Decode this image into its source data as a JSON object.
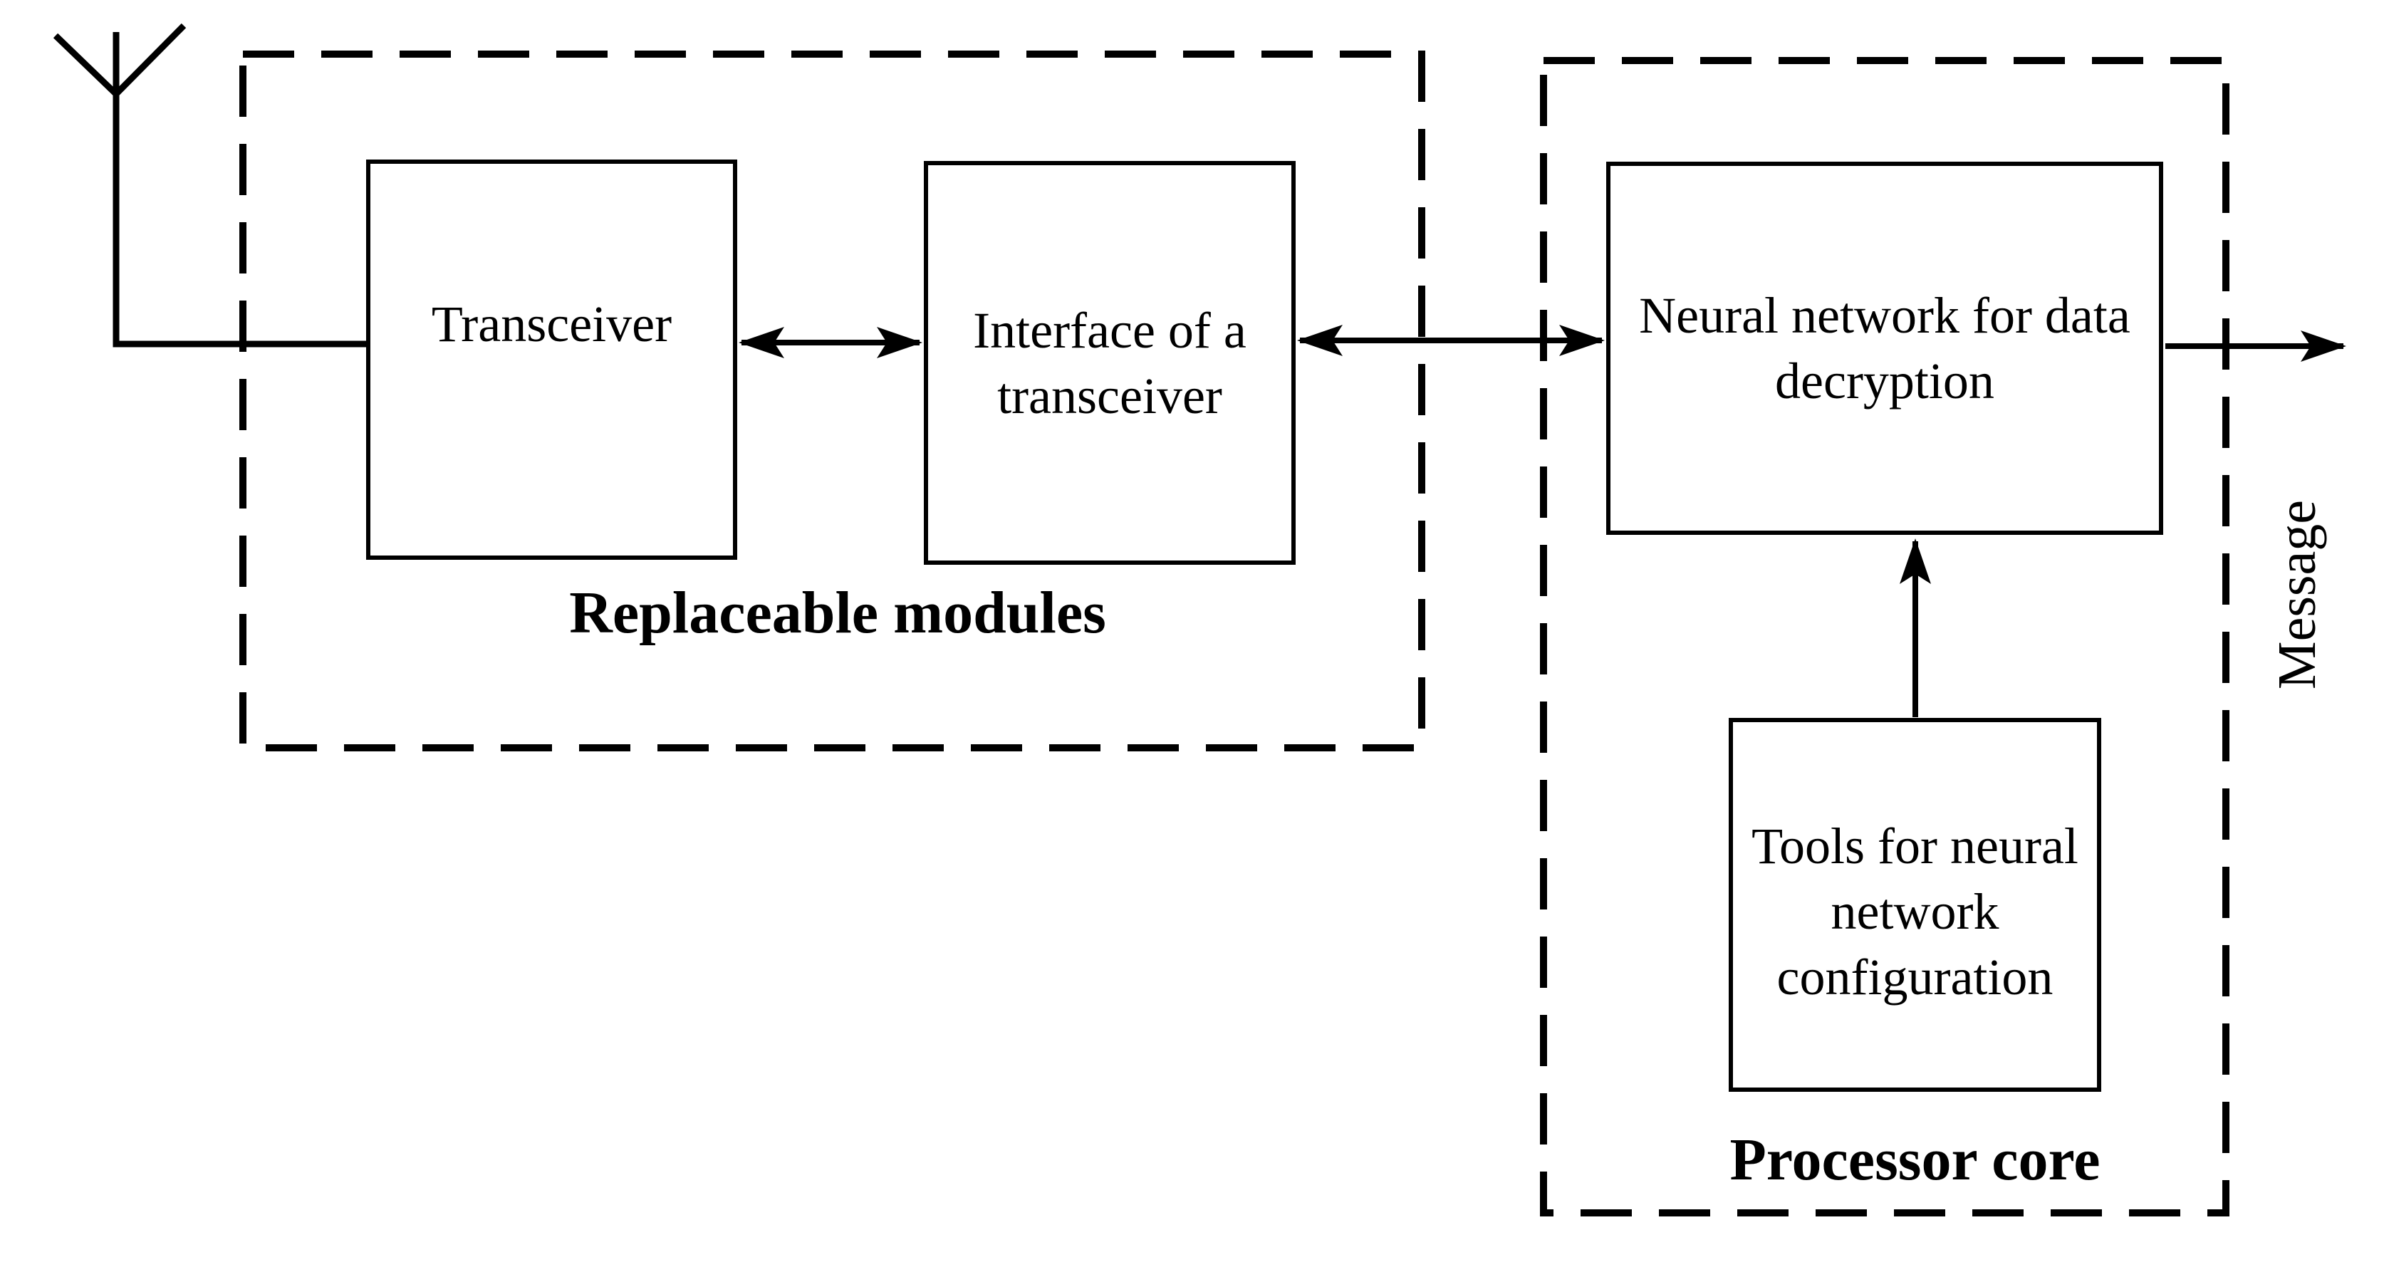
{
  "diagram": {
    "colors": {
      "ink": "#000000",
      "background": "#ffffff"
    },
    "antenna": {
      "icon": "antenna-icon"
    },
    "groups": [
      {
        "id": "replaceable-modules",
        "label": "Replaceable modules",
        "blocks": [
          {
            "id": "transceiver",
            "label": "Transceiver"
          },
          {
            "id": "transceiver-interface",
            "label": "Interface of a\ntransceiver"
          }
        ]
      },
      {
        "id": "processor-core",
        "label": "Processor core",
        "blocks": [
          {
            "id": "neural-network-decryption",
            "label": "Neural network for data\ndecryption"
          },
          {
            "id": "nn-configuration-tools",
            "label": "Tools for neural\nnetwork\nconfiguration"
          }
        ]
      }
    ],
    "output_label": "Message",
    "connections": [
      {
        "from": "antenna",
        "to": "transceiver",
        "type": "line"
      },
      {
        "from": "transceiver",
        "to": "transceiver-interface",
        "type": "bidirectional-arrow"
      },
      {
        "from": "transceiver-interface",
        "to": "neural-network-decryption",
        "type": "bidirectional-arrow"
      },
      {
        "from": "nn-configuration-tools",
        "to": "neural-network-decryption",
        "type": "arrow"
      },
      {
        "from": "neural-network-decryption",
        "to": "message-output",
        "type": "arrow"
      }
    ]
  }
}
